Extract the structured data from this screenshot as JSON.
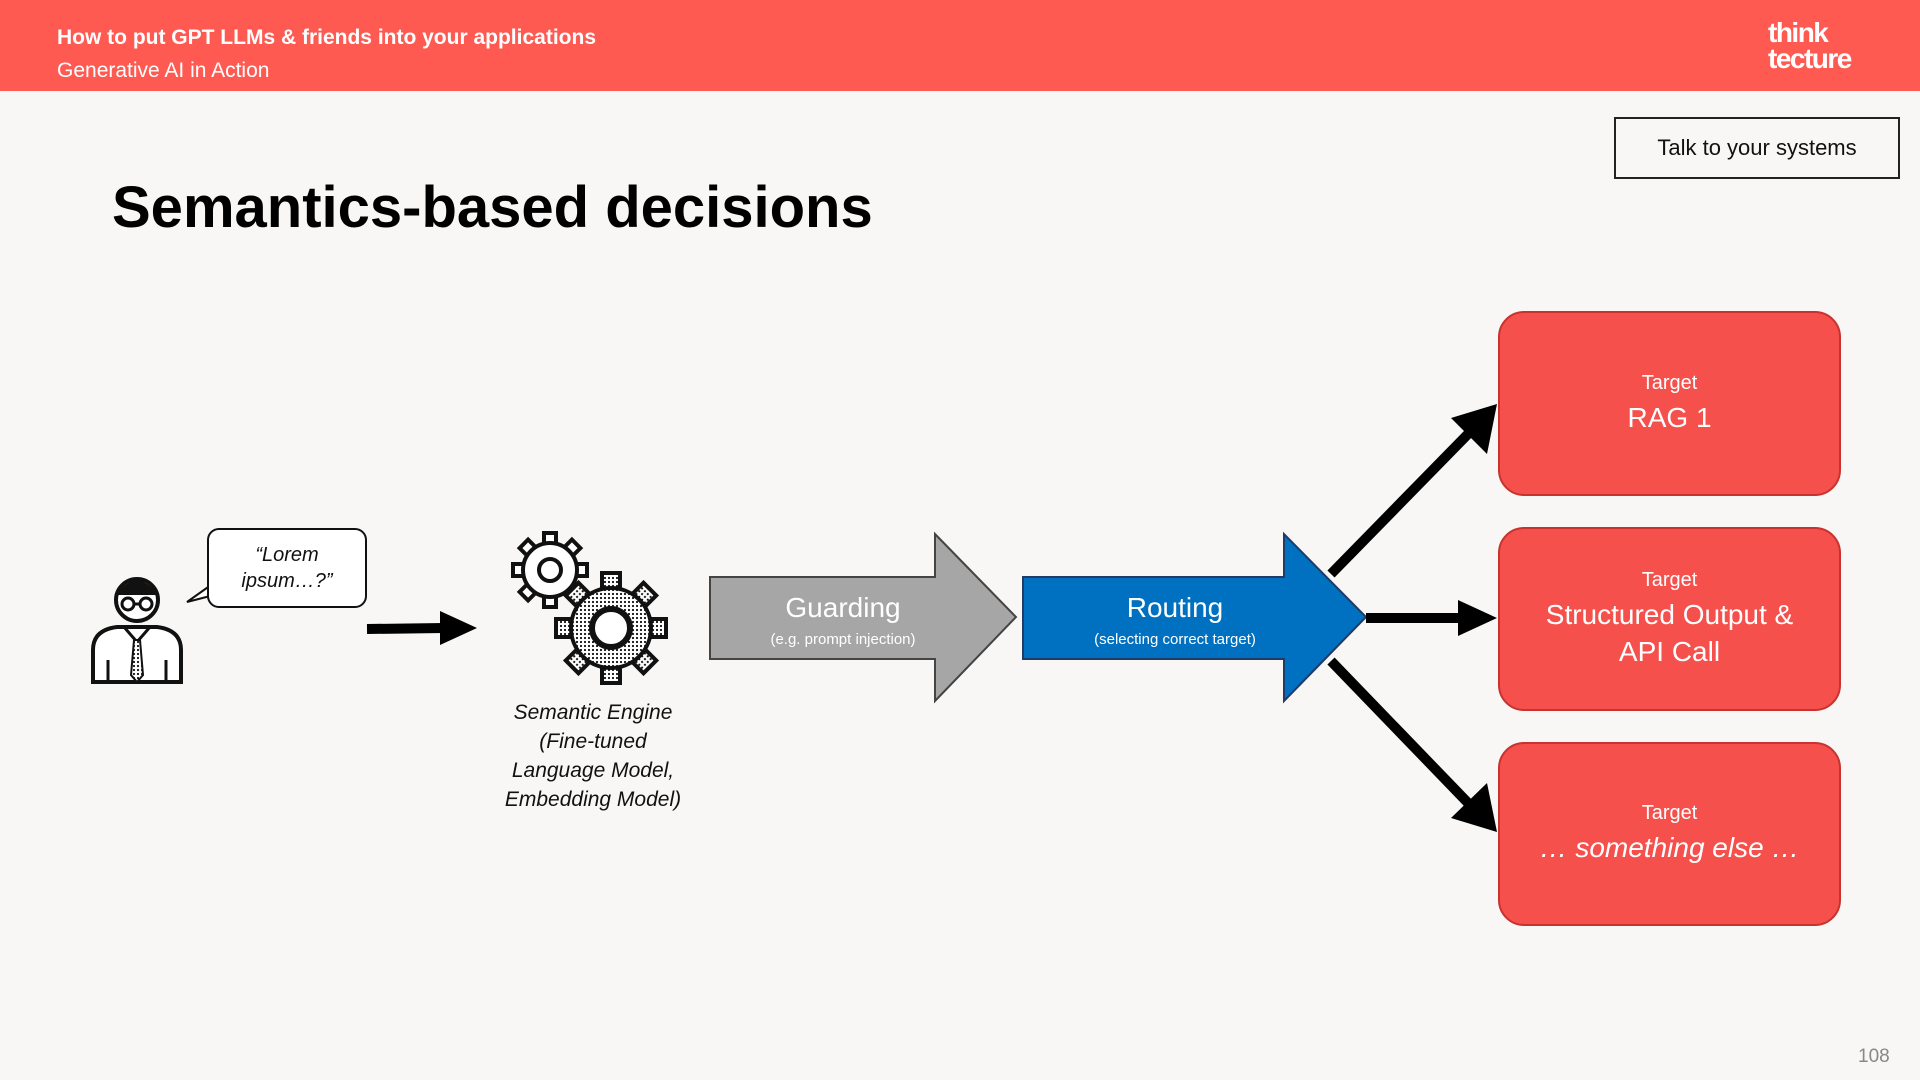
{
  "header": {
    "title": "How to put GPT LLMs & friends into your applications",
    "subtitle": "Generative AI in Action",
    "logo_line1": "think",
    "logo_line2": "tecture"
  },
  "tag": "Talk to your systems",
  "title": "Semantics-based decisions",
  "user": {
    "speech": "“Lorem ipsum…?”",
    "icon": "person-with-glasses-and-tie-icon"
  },
  "engine": {
    "icon": "gears-icon",
    "caption_lines": [
      "Semantic Engine",
      "(Fine-tuned",
      "Language Model,",
      "Embedding Model)"
    ]
  },
  "guarding": {
    "label": "Guarding",
    "sublabel": "(e.g. prompt injection)",
    "color": "#a6a6a6"
  },
  "routing": {
    "label": "Routing",
    "sublabel": "(selecting correct target)",
    "color": "#0070c0"
  },
  "targets": [
    {
      "caption": "Target",
      "name": "RAG 1"
    },
    {
      "caption": "Target",
      "name": "Structured Output & API Call"
    },
    {
      "caption": "Target",
      "name": "… something else …"
    }
  ],
  "colors": {
    "accent": "#ff5a52",
    "target_fill": "#f5504c"
  },
  "page_number": "108"
}
